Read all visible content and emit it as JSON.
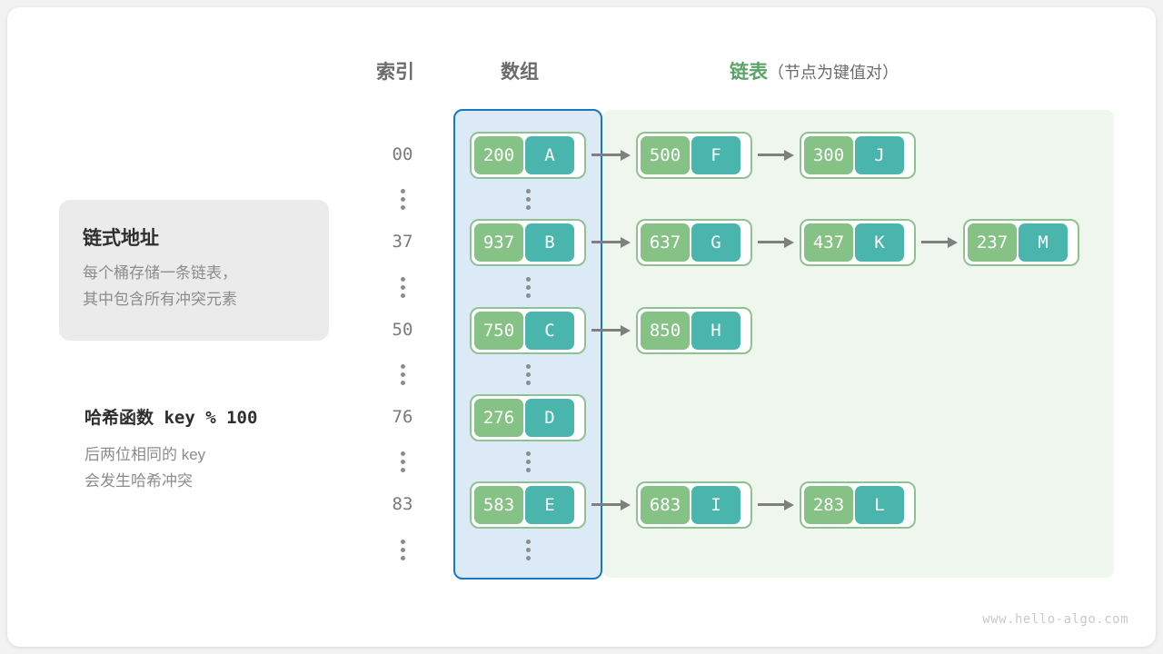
{
  "headers": {
    "index": "索引",
    "array": "数组",
    "list_main": "链表",
    "list_sub": "（节点为键值对）"
  },
  "info_card": {
    "title": "链式地址",
    "line1": "每个桶存储一条链表，",
    "line2": "其中包含所有冲突元素"
  },
  "hash_note": {
    "title": "哈希函数 key % 100",
    "line1": "后两位相同的 key",
    "line2": "会发生哈希冲突"
  },
  "colors": {
    "key_green": "#86c286",
    "value_teal": "#49b5ad",
    "node_border": "#8fc293",
    "array_panel_bg": "#dceaf7",
    "array_panel_border": "#1878c0",
    "list_panel_bg": "#eef6ee",
    "accent_green_text": "#5aa469",
    "arrow_gray": "#7f7f7f"
  },
  "rows": [
    {
      "index": "00",
      "bucket": {
        "key": "200",
        "value": "A"
      },
      "chain": [
        {
          "key": "500",
          "value": "F"
        },
        {
          "key": "300",
          "value": "J"
        }
      ]
    },
    {
      "index": "37",
      "bucket": {
        "key": "937",
        "value": "B"
      },
      "chain": [
        {
          "key": "637",
          "value": "G"
        },
        {
          "key": "437",
          "value": "K"
        },
        {
          "key": "237",
          "value": "M"
        }
      ]
    },
    {
      "index": "50",
      "bucket": {
        "key": "750",
        "value": "C"
      },
      "chain": [
        {
          "key": "850",
          "value": "H"
        }
      ]
    },
    {
      "index": "76",
      "bucket": {
        "key": "276",
        "value": "D"
      },
      "chain": []
    },
    {
      "index": "83",
      "bucket": {
        "key": "583",
        "value": "E"
      },
      "chain": [
        {
          "key": "683",
          "value": "I"
        },
        {
          "key": "283",
          "value": "L"
        }
      ]
    }
  ],
  "footer": {
    "watermark": "www.hello-algo.com"
  }
}
